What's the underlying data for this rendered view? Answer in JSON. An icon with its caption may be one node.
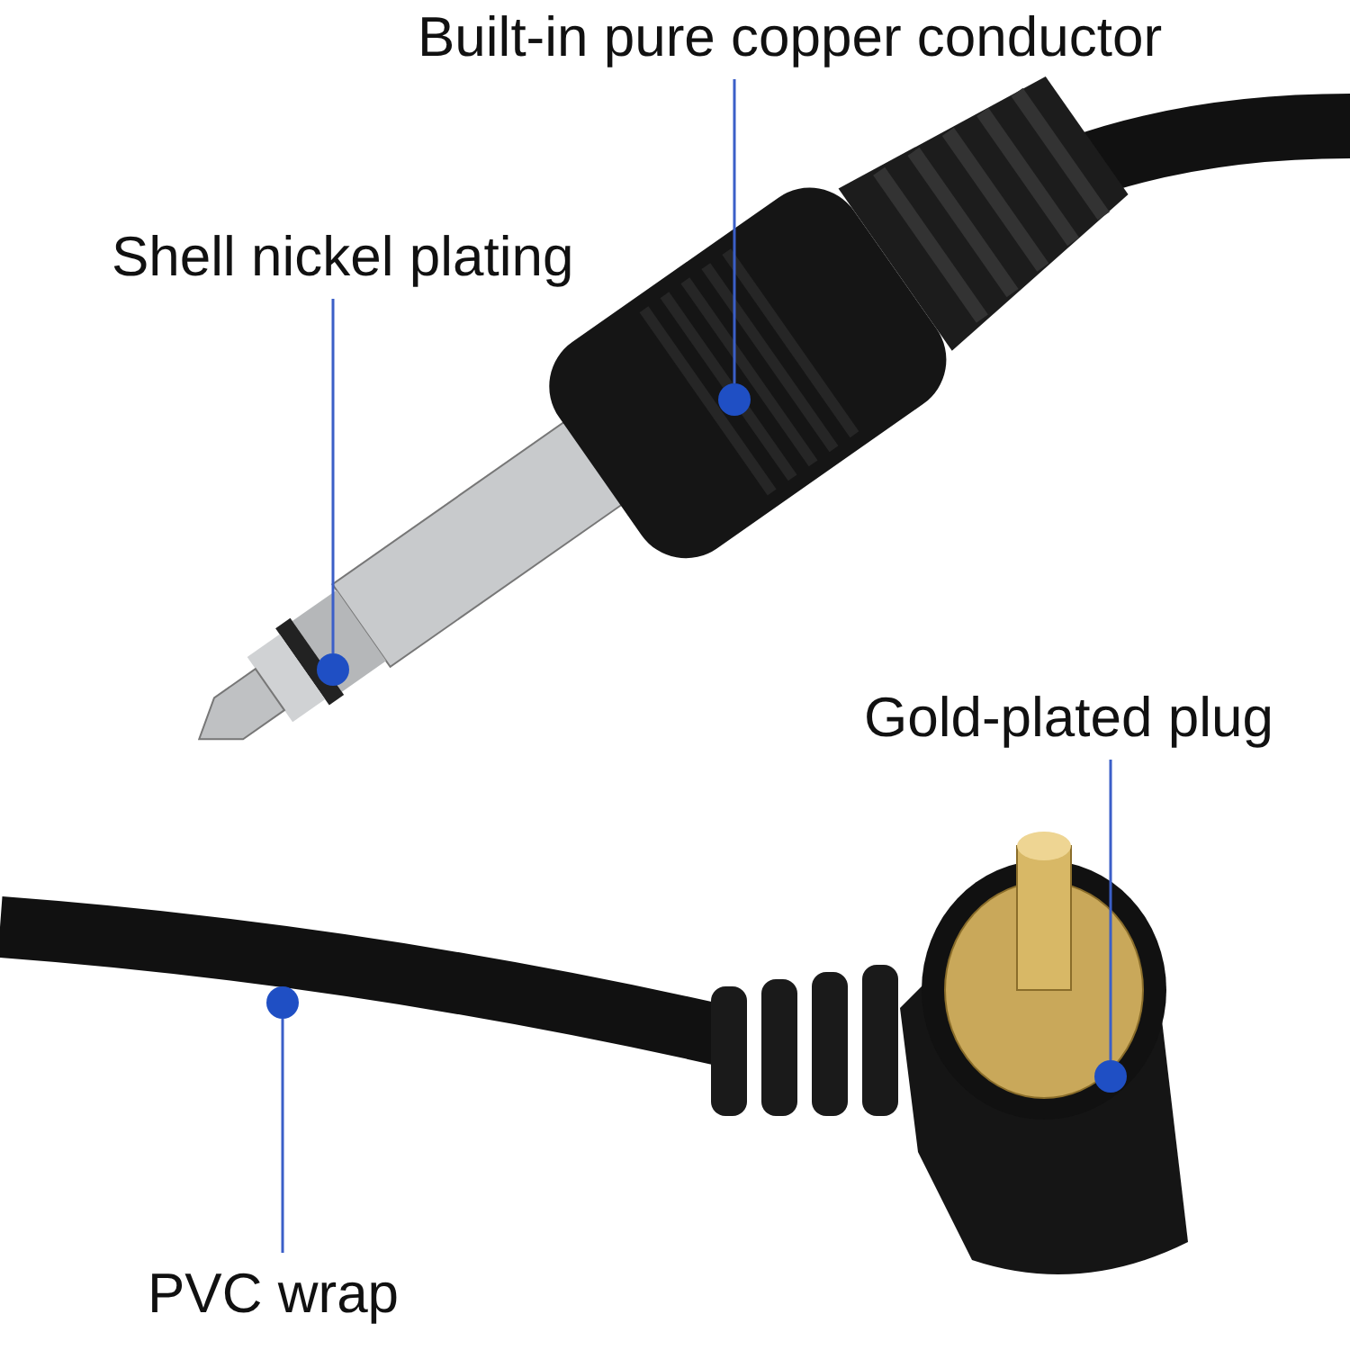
{
  "diagram": {
    "nodes": [
      {
        "text": [
          "Built-in pure copper conductor"
        ]
      },
      {
        "text": [
          "Shell nickel plating"
        ]
      },
      {
        "text": [
          "Gold-plated plug"
        ]
      },
      {
        "text": [
          "PVC wrap"
        ]
      },
      {
        "text": [],
        "shape": "circle"
      },
      {
        "text": [],
        "shape": "circle"
      },
      {
        "text": [],
        "shape": "circle"
      },
      {
        "text": [],
        "shape": "circle"
      }
    ],
    "edges": [
      {
        "from": 0,
        "to": 4,
        "arrow": "none"
      },
      {
        "from": 1,
        "to": 5,
        "arrow": "none"
      },
      {
        "from": 2,
        "to": 6,
        "arrow": "none"
      },
      {
        "from": 3,
        "to": 7,
        "arrow": "none"
      }
    ]
  }
}
